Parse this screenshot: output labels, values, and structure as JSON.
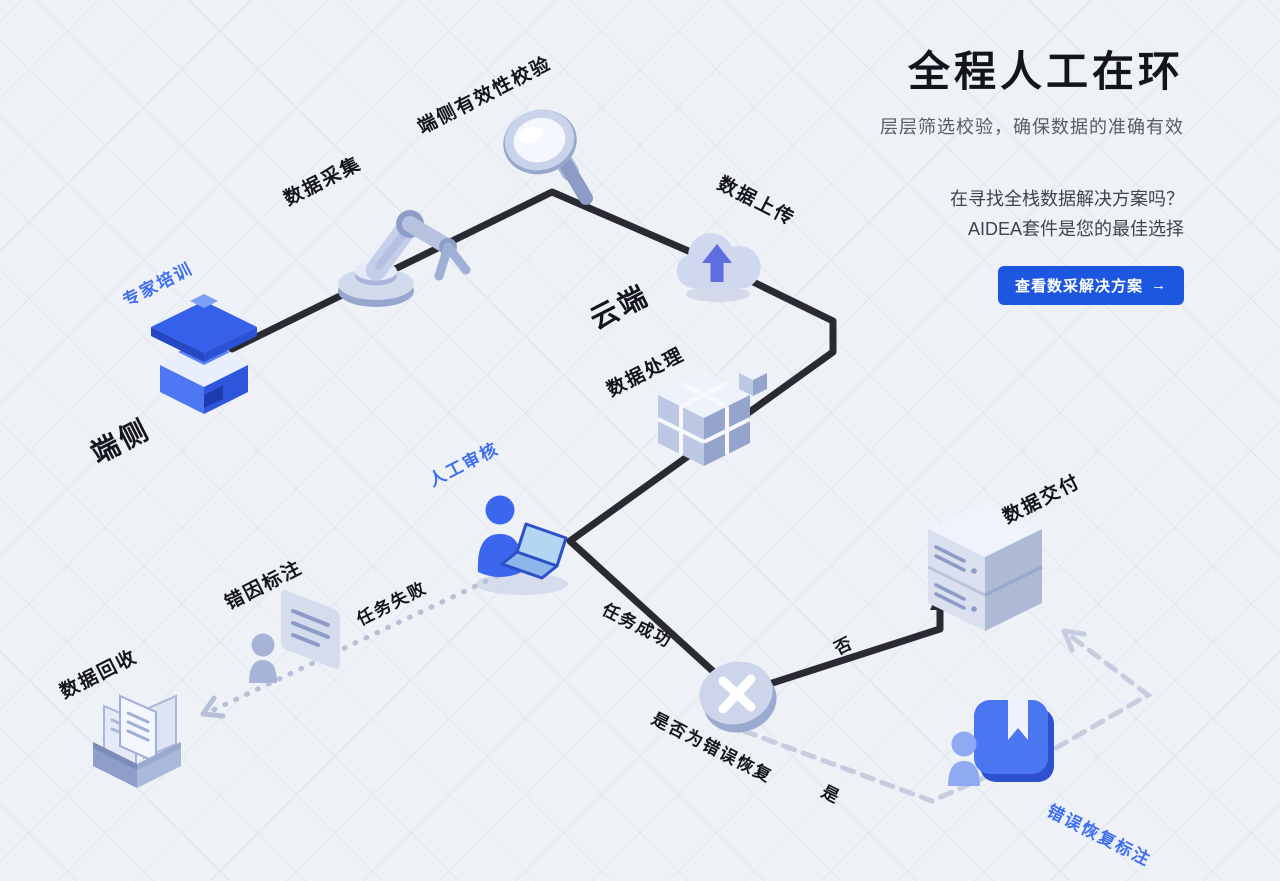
{
  "header": {
    "title": "全程人工在环",
    "subtitle": "层层筛选校验，确保数据的准确有效",
    "pitch": [
      "在寻找全栈数据解决方案吗？",
      "AIDEA套件是您的最佳选择"
    ],
    "cta": {
      "label": "查看数采解决方案",
      "arrow": "→"
    }
  },
  "flow": {
    "stage_labels": {
      "edge": "端侧",
      "cloud": "云端"
    },
    "steps": {
      "expert_training": "专家培训",
      "data_collection": "数据采集",
      "edge_validation": "端侧有效性校验",
      "data_upload": "数据上传",
      "data_processing": "数据处理",
      "manual_review": "人工审核",
      "error_cause_annotation": "错因标注",
      "data_recycle": "数据回收",
      "data_delivery": "数据交付",
      "error_recovery_annotation": "错误恢复标注"
    },
    "branches": {
      "task_failed": "任务失败",
      "task_success": "任务成功",
      "decision": "是否为错误恢复",
      "no": "否",
      "yes": "是"
    },
    "icons": {
      "expert_training": "graduation-cap",
      "data_collection": "robot-arm",
      "edge_validation": "magnifier",
      "data_upload": "cloud-upload",
      "data_processing": "cubes",
      "manual_review": "person-laptop",
      "error_cause_annotation": "person-document",
      "data_recycle": "files-tray",
      "decision": "x-circle",
      "data_delivery": "server",
      "error_recovery_annotation": "book-person"
    },
    "colors": {
      "cta_blue": "#1d57e0",
      "label_blue": "#3f6ff0",
      "heading": "#14141c",
      "solid_line": "#2a2a32",
      "dotted_line": "#b6c0d6",
      "dashed_line": "#c5cddf",
      "icon_blue": "#3b66ee",
      "icon_gray": "#aab7da"
    }
  }
}
